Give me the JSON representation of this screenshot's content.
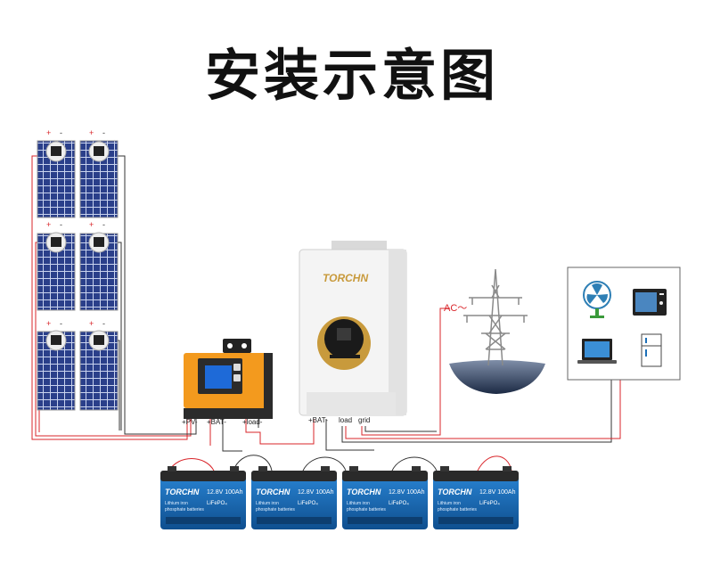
{
  "title": "安装示意图",
  "panel_polarity": {
    "plus": "+",
    "minus": "-"
  },
  "controller": {
    "terminals": [
      "+PV-",
      "+BAT-",
      "+load-"
    ]
  },
  "inverter": {
    "brand": "TORCHN",
    "terminals": [
      "+BAT-",
      "load",
      "grid"
    ]
  },
  "grid": {
    "ac_label": "AC～"
  },
  "battery": {
    "brand": "TORCHN",
    "spec": "12.8V 100Ah",
    "chem": "LiFePO₄",
    "line1": "Lithium iron",
    "line2": "phosphate batteries"
  },
  "colors": {
    "wire_red": "#d9252a",
    "wire_dark": "#333333",
    "controller_orange": "#f39a1e",
    "inverter_gold": "#c89a3c",
    "battery_blue": "#1c6fb7"
  },
  "icons": {
    "fan": "fan-icon",
    "microwave": "microwave-icon",
    "laptop": "laptop-icon",
    "fridge": "fridge-icon",
    "tower": "power-tower-icon"
  }
}
